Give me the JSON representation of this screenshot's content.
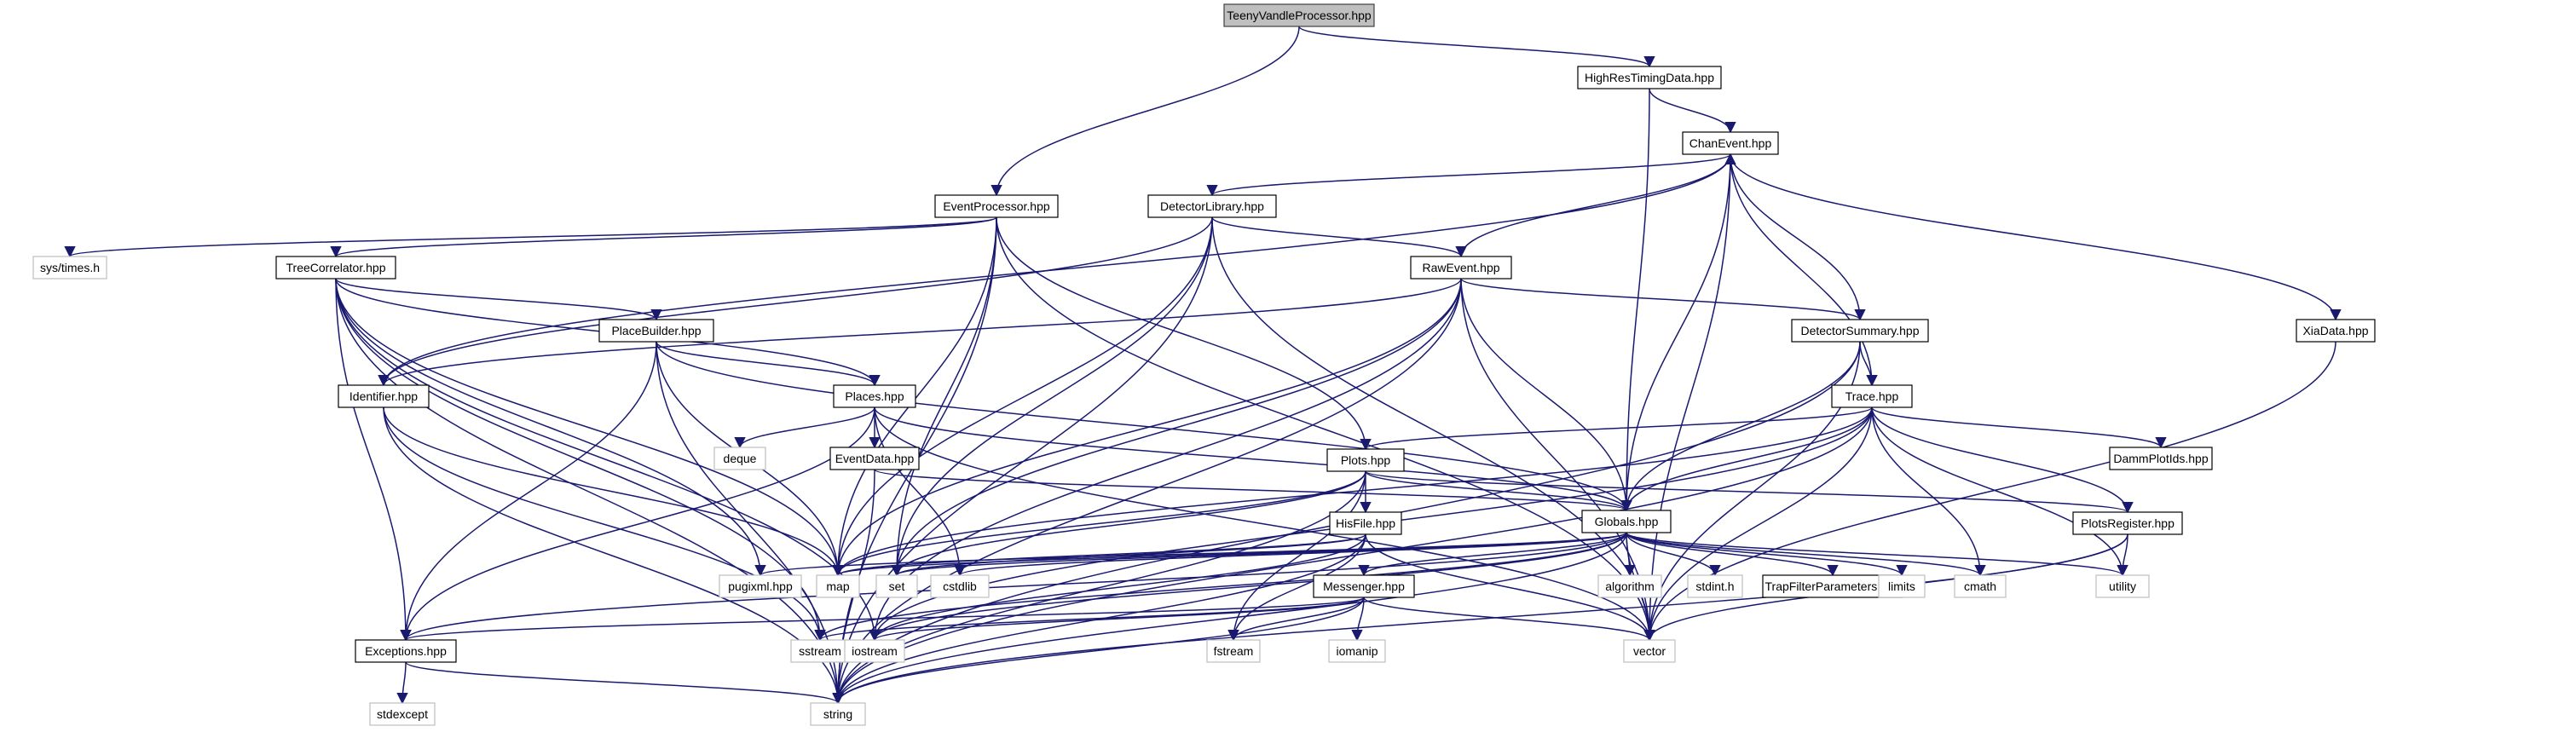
{
  "diagram": {
    "type": "include-dependency-graph",
    "colors": {
      "edge": "#191970",
      "root_fill": "#bfbfbf",
      "node_border": "#000000",
      "system_border": "#bfbfbf",
      "background": "#ffffff"
    },
    "nodes": [
      {
        "id": "teeny",
        "label": "TeenyVandleProcessor.hpp",
        "kind": "root"
      },
      {
        "id": "hires",
        "label": "HighResTimingData.hpp",
        "kind": "header"
      },
      {
        "id": "chanevent",
        "label": "ChanEvent.hpp",
        "kind": "header"
      },
      {
        "id": "eventproc",
        "label": "EventProcessor.hpp",
        "kind": "header"
      },
      {
        "id": "detlib",
        "label": "DetectorLibrary.hpp",
        "kind": "header"
      },
      {
        "id": "systimes",
        "label": "sys/times.h",
        "kind": "system"
      },
      {
        "id": "treecorr",
        "label": "TreeCorrelator.hpp",
        "kind": "header"
      },
      {
        "id": "rawevent",
        "label": "RawEvent.hpp",
        "kind": "header"
      },
      {
        "id": "placebuilder",
        "label": "PlaceBuilder.hpp",
        "kind": "header"
      },
      {
        "id": "detsummary",
        "label": "DetectorSummary.hpp",
        "kind": "header"
      },
      {
        "id": "xiadata",
        "label": "XiaData.hpp",
        "kind": "header"
      },
      {
        "id": "identifier",
        "label": "Identifier.hpp",
        "kind": "header"
      },
      {
        "id": "places",
        "label": "Places.hpp",
        "kind": "header"
      },
      {
        "id": "trace",
        "label": "Trace.hpp",
        "kind": "header"
      },
      {
        "id": "deque",
        "label": "deque",
        "kind": "system"
      },
      {
        "id": "eventdata",
        "label": "EventData.hpp",
        "kind": "header"
      },
      {
        "id": "plots",
        "label": "Plots.hpp",
        "kind": "header"
      },
      {
        "id": "dammplotids",
        "label": "DammPlotIds.hpp",
        "kind": "header"
      },
      {
        "id": "globals",
        "label": "Globals.hpp",
        "kind": "header"
      },
      {
        "id": "plotsregister",
        "label": "PlotsRegister.hpp",
        "kind": "header"
      },
      {
        "id": "hisfile",
        "label": "HisFile.hpp",
        "kind": "header"
      },
      {
        "id": "pugixml",
        "label": "pugixml.hpp",
        "kind": "system"
      },
      {
        "id": "map",
        "label": "map",
        "kind": "system"
      },
      {
        "id": "set",
        "label": "set",
        "kind": "system"
      },
      {
        "id": "cstdlib",
        "label": "cstdlib",
        "kind": "system"
      },
      {
        "id": "algorithm",
        "label": "algorithm",
        "kind": "system"
      },
      {
        "id": "stdint",
        "label": "stdint.h",
        "kind": "system"
      },
      {
        "id": "trapfilter",
        "label": "TrapFilterParameters.hpp",
        "kind": "header"
      },
      {
        "id": "limits",
        "label": "limits",
        "kind": "system"
      },
      {
        "id": "cmath",
        "label": "cmath",
        "kind": "system"
      },
      {
        "id": "utility",
        "label": "utility",
        "kind": "system"
      },
      {
        "id": "messenger",
        "label": "Messenger.hpp",
        "kind": "header"
      },
      {
        "id": "exceptions",
        "label": "Exceptions.hpp",
        "kind": "header"
      },
      {
        "id": "sstream",
        "label": "sstream",
        "kind": "system"
      },
      {
        "id": "iostream",
        "label": "iostream",
        "kind": "system"
      },
      {
        "id": "fstream",
        "label": "fstream",
        "kind": "system"
      },
      {
        "id": "iomanip",
        "label": "iomanip",
        "kind": "system"
      },
      {
        "id": "vector",
        "label": "vector",
        "kind": "system"
      },
      {
        "id": "stdexcept",
        "label": "stdexcept",
        "kind": "system"
      },
      {
        "id": "string",
        "label": "string",
        "kind": "system"
      }
    ],
    "edges": [
      [
        "teeny",
        "eventproc"
      ],
      [
        "teeny",
        "hires"
      ],
      [
        "hires",
        "chanevent"
      ],
      [
        "hires",
        "globals"
      ],
      [
        "chanevent",
        "detlib"
      ],
      [
        "chanevent",
        "identifier"
      ],
      [
        "chanevent",
        "globals"
      ],
      [
        "chanevent",
        "trace"
      ],
      [
        "chanevent",
        "xiadata"
      ],
      [
        "chanevent",
        "vector"
      ],
      [
        "eventproc",
        "systimes"
      ],
      [
        "eventproc",
        "treecorr"
      ],
      [
        "eventproc",
        "plots"
      ],
      [
        "eventproc",
        "map"
      ],
      [
        "eventproc",
        "set"
      ],
      [
        "eventproc",
        "string"
      ],
      [
        "eventproc",
        "vector"
      ],
      [
        "detlib",
        "rawevent"
      ],
      [
        "detlib",
        "identifier"
      ],
      [
        "detlib",
        "map"
      ],
      [
        "detlib",
        "set"
      ],
      [
        "detlib",
        "string"
      ],
      [
        "detlib",
        "vector"
      ],
      [
        "treecorr",
        "placebuilder"
      ],
      [
        "treecorr",
        "places"
      ],
      [
        "treecorr",
        "exceptions"
      ],
      [
        "treecorr",
        "pugixml"
      ],
      [
        "treecorr",
        "map"
      ],
      [
        "treecorr",
        "iostream"
      ],
      [
        "treecorr",
        "sstream"
      ],
      [
        "treecorr",
        "string"
      ],
      [
        "rawevent",
        "chanevent"
      ],
      [
        "rawevent",
        "detsummary"
      ],
      [
        "rawevent",
        "identifier"
      ],
      [
        "rawevent",
        "globals"
      ],
      [
        "rawevent",
        "map"
      ],
      [
        "rawevent",
        "set"
      ],
      [
        "rawevent",
        "iostream"
      ],
      [
        "rawevent",
        "string"
      ],
      [
        "rawevent",
        "vector"
      ],
      [
        "placebuilder",
        "places"
      ],
      [
        "placebuilder",
        "exceptions"
      ],
      [
        "placebuilder",
        "globals"
      ],
      [
        "placebuilder",
        "map"
      ],
      [
        "placebuilder",
        "string"
      ],
      [
        "detsummary",
        "chanevent"
      ],
      [
        "detsummary",
        "trace"
      ],
      [
        "detsummary",
        "globals"
      ],
      [
        "detsummary",
        "string"
      ],
      [
        "detsummary",
        "vector"
      ],
      [
        "xiadata",
        "vector"
      ],
      [
        "identifier",
        "map"
      ],
      [
        "identifier",
        "sstream"
      ],
      [
        "identifier",
        "string"
      ],
      [
        "places",
        "deque"
      ],
      [
        "places",
        "eventdata"
      ],
      [
        "places",
        "globals"
      ],
      [
        "places",
        "exceptions"
      ],
      [
        "places",
        "cstdlib"
      ],
      [
        "places",
        "vector"
      ],
      [
        "eventdata",
        "globals"
      ],
      [
        "eventdata",
        "string"
      ],
      [
        "trace",
        "plots"
      ],
      [
        "trace",
        "plotsregister"
      ],
      [
        "trace",
        "globals"
      ],
      [
        "trace",
        "dammplotids"
      ],
      [
        "trace",
        "cmath"
      ],
      [
        "trace",
        "map"
      ],
      [
        "trace",
        "vector"
      ],
      [
        "trace",
        "string"
      ],
      [
        "trace",
        "iostream"
      ],
      [
        "trace",
        "utility"
      ],
      [
        "plots",
        "hisfile"
      ],
      [
        "plots",
        "globals"
      ],
      [
        "plots",
        "plotsregister"
      ],
      [
        "plots",
        "map"
      ],
      [
        "plots",
        "set"
      ],
      [
        "plots",
        "string"
      ],
      [
        "plots",
        "fstream"
      ],
      [
        "plotsregister",
        "vector"
      ],
      [
        "plotsregister",
        "utility"
      ],
      [
        "plotsregister",
        "string"
      ],
      [
        "hisfile",
        "map"
      ],
      [
        "hisfile",
        "set"
      ],
      [
        "hisfile",
        "fstream"
      ],
      [
        "hisfile",
        "iostream"
      ],
      [
        "hisfile",
        "vector"
      ],
      [
        "hisfile",
        "string"
      ],
      [
        "globals",
        "messenger"
      ],
      [
        "globals",
        "exceptions"
      ],
      [
        "globals",
        "algorithm"
      ],
      [
        "globals",
        "stdint"
      ],
      [
        "globals",
        "trapfilter"
      ],
      [
        "globals",
        "limits"
      ],
      [
        "globals",
        "cmath"
      ],
      [
        "globals",
        "utility"
      ],
      [
        "globals",
        "vector"
      ],
      [
        "globals",
        "map"
      ],
      [
        "globals",
        "set"
      ],
      [
        "globals",
        "pugixml"
      ],
      [
        "globals",
        "cstdlib"
      ],
      [
        "globals",
        "sstream"
      ],
      [
        "globals",
        "iostream"
      ],
      [
        "globals",
        "string"
      ],
      [
        "messenger",
        "exceptions"
      ],
      [
        "messenger",
        "sstream"
      ],
      [
        "messenger",
        "iostream"
      ],
      [
        "messenger",
        "fstream"
      ],
      [
        "messenger",
        "iomanip"
      ],
      [
        "messenger",
        "string"
      ],
      [
        "messenger",
        "vector"
      ],
      [
        "exceptions",
        "stdexcept"
      ],
      [
        "exceptions",
        "string"
      ]
    ]
  }
}
